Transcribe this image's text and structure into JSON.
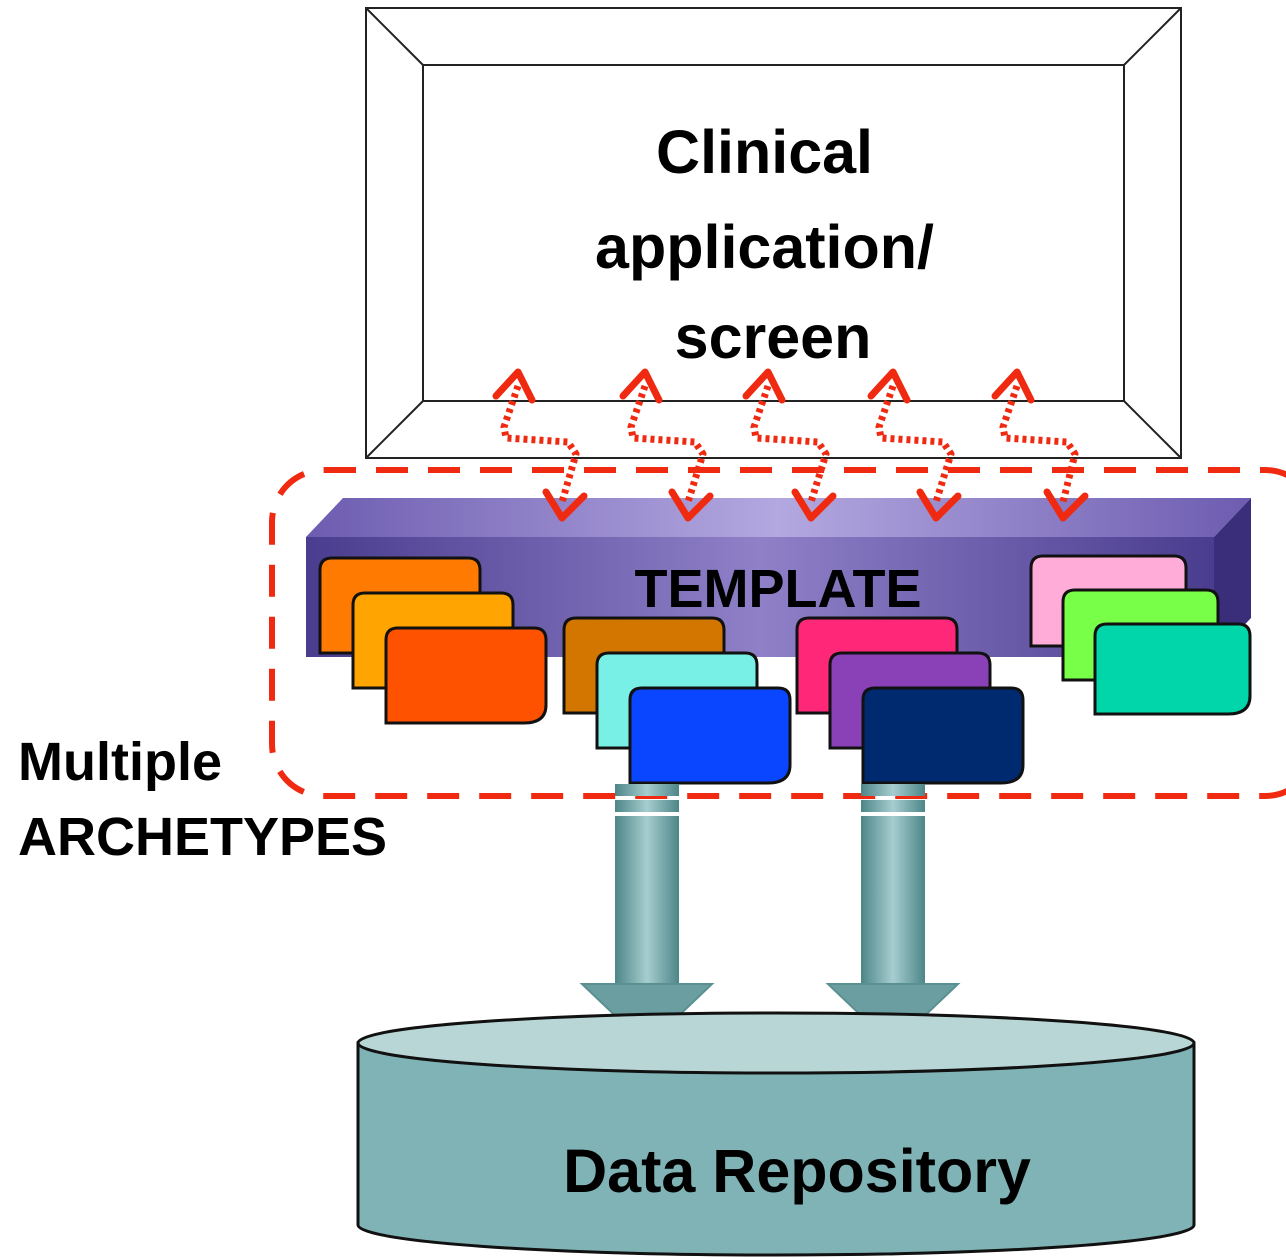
{
  "screen": {
    "label_lines": [
      "Clinical",
      "application/",
      "screen"
    ]
  },
  "template": {
    "label": "TEMPLATE"
  },
  "archetypes": {
    "label_lines": [
      "Multiple",
      "ARCHETYPES"
    ]
  },
  "repository": {
    "label": "Data Repository"
  },
  "colors": {
    "dashed_outline": "#f02a10",
    "template_bar": "#6a56a8",
    "repository_fill": "#7fb1b4",
    "arrow_fill": "#6a9ea0",
    "card_groups": [
      [
        "#ff7a00",
        "#ffa400",
        "#ff5200"
      ],
      [
        "#d27600",
        "#78f0e6",
        "#0a46ff"
      ],
      [
        "#ff2878",
        "#8a40b6",
        "#002a70"
      ],
      [
        "#ffacd8",
        "#78ff48",
        "#00d6aa"
      ]
    ]
  },
  "icons": {
    "link_arrows": "dotted-bidirectional-arrow-icon",
    "flow_arrows": "down-arrow-icon"
  }
}
